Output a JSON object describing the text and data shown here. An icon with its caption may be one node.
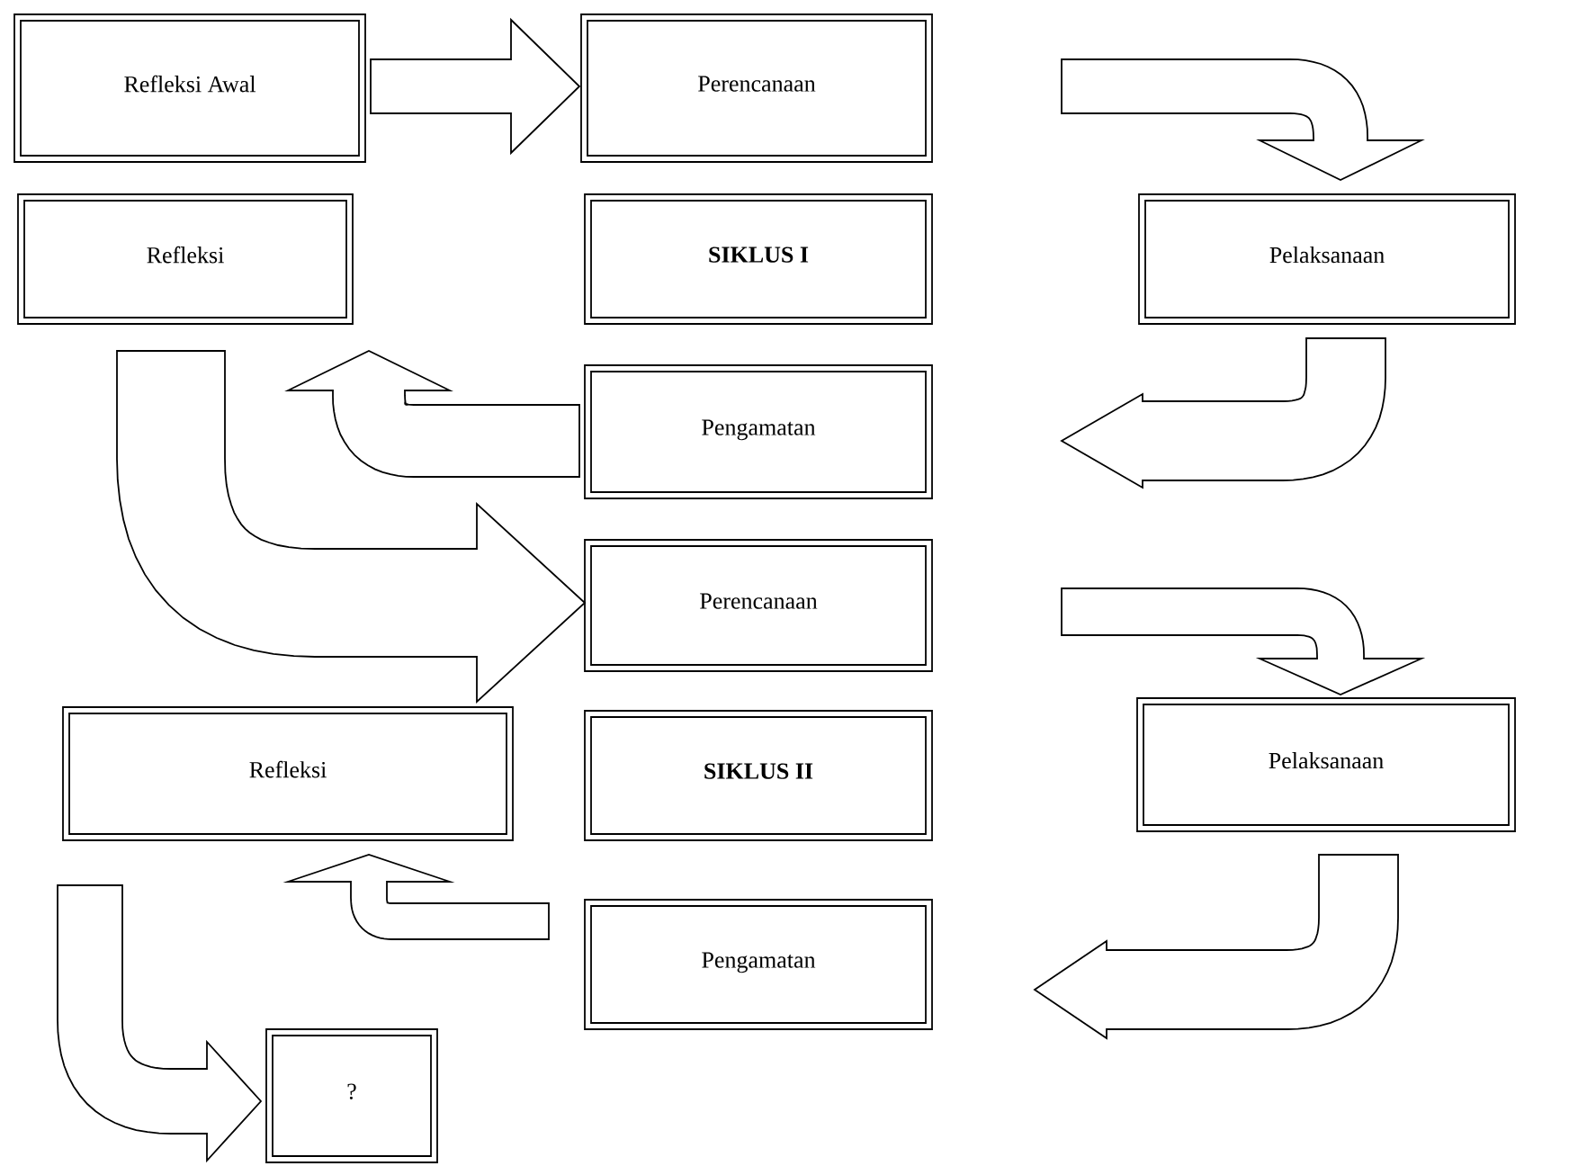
{
  "diagram": {
    "nodes": [
      {
        "text": [
          "Refleksi Awal"
        ]
      },
      {
        "text": [
          "Perencanaan"
        ]
      },
      {
        "text": [
          "Refleksi"
        ]
      },
      {
        "text": [
          "SIKLUS I"
        ]
      },
      {
        "text": [
          "Pelaksanaan"
        ]
      },
      {
        "text": [
          "Pengamatan"
        ]
      },
      {
        "text": [
          "Perencanaan"
        ]
      },
      {
        "text": [
          "Refleksi"
        ]
      },
      {
        "text": [
          "SIKLUS II"
        ]
      },
      {
        "text": [
          "Pelaksanaan"
        ]
      },
      {
        "text": [
          "Pengamatan"
        ]
      },
      {
        "text": [
          "?"
        ]
      }
    ],
    "edges": [
      {
        "from": 0,
        "to": 1,
        "arrow": "to"
      },
      {
        "from": 1,
        "to": 4,
        "arrow": "to"
      },
      {
        "from": 4,
        "to": 5,
        "arrow": "to"
      },
      {
        "from": 5,
        "to": 2,
        "arrow": "to"
      },
      {
        "from": 2,
        "to": 6,
        "arrow": "to"
      },
      {
        "from": 6,
        "to": 9,
        "arrow": "to"
      },
      {
        "from": 9,
        "to": 10,
        "arrow": "to"
      },
      {
        "from": 10,
        "to": 7,
        "arrow": "to"
      },
      {
        "from": 7,
        "to": 11,
        "arrow": "to"
      }
    ]
  }
}
